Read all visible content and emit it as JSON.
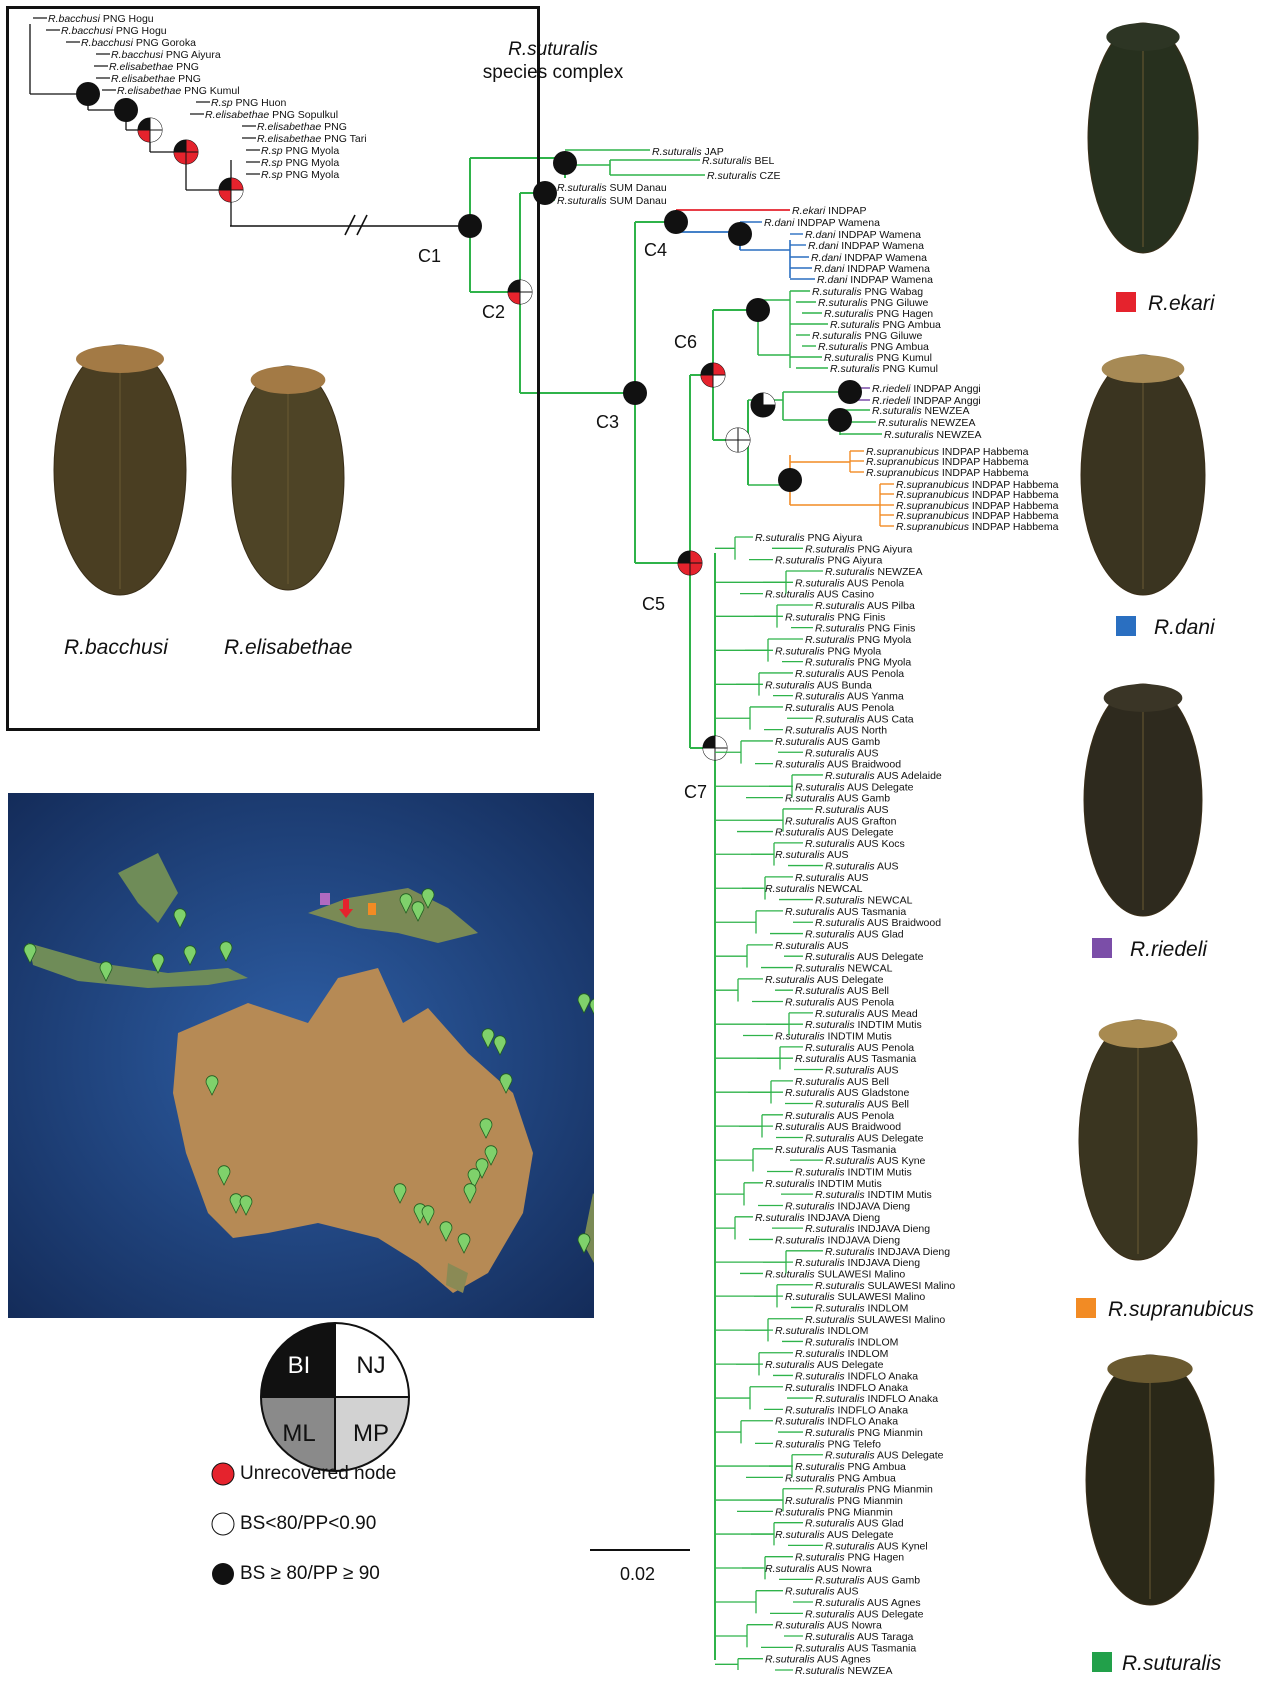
{
  "header": {
    "complex_species": "R.suturalis",
    "complex_suffix": "species complex"
  },
  "inset": {
    "beetles": [
      "R.bacchusi",
      "R.elisabethae"
    ],
    "taxa": [
      "R.bacchusi PNG Hogu",
      "R.bacchusi PNG Hogu",
      "R.bacchusi PNG Goroka",
      "R.bacchusi PNG Aiyura",
      "R.elisabethae PNG",
      "R.elisabethae PNG",
      "R.elisabethae PNG Kumul",
      "R.sp PNG Huon",
      "R.elisabethae PNG Sopulkul",
      "R.elisabethae PNG",
      "R.elisabethae PNG Tari",
      "R.sp PNG Myola",
      "R.sp PNG Myola",
      "R.sp PNG Myola"
    ]
  },
  "clades": [
    "C1",
    "C2",
    "C3",
    "C4",
    "C5",
    "C6",
    "C7"
  ],
  "scale_bar": {
    "label": "0.02"
  },
  "legend": {
    "pie": {
      "bi": "BI",
      "nj": "NJ",
      "ml": "ML",
      "mp": "MP"
    },
    "items": [
      "Unrecovered node",
      "BS<80/PP<0.90",
      "BS ≥ 80/PP ≥ 90"
    ]
  },
  "species_panel": [
    {
      "name": "R.ekari",
      "color": "#e5232d"
    },
    {
      "name": "R.dani",
      "color": "#2a6fc1"
    },
    {
      "name": "R.riedeli",
      "color": "#7b4ea8"
    },
    {
      "name": "R.supranubicus",
      "color": "#f28b24"
    },
    {
      "name": "R.suturalis",
      "color": "#22a04a"
    }
  ],
  "colors": {
    "green": "#2fb34a",
    "red": "#e5232d",
    "blue": "#2a6fc1",
    "purple": "#7b4ea8",
    "orange": "#f28b24"
  },
  "tree": {
    "top": [
      "R.suturalis JAP",
      "R.suturalis BEL",
      "R.suturalis CZE",
      "R.suturalis SUM Danau",
      "R.suturalis SUM Danau"
    ],
    "c4": [
      "R.ekari INDPAP",
      "R.dani INDPAP Wamena",
      "R.dani INDPAP Wamena",
      "R.dani INDPAP Wamena",
      "R.dani INDPAP Wamena",
      "R.dani INDPAP Wamena",
      "R.dani INDPAP Wamena"
    ],
    "c6": [
      "R.suturalis PNG Wabag",
      "R.suturalis PNG Giluwe",
      "R.suturalis PNG Hagen",
      "R.suturalis PNG Ambua",
      "R.suturalis PNG Giluwe",
      "R.suturalis PNG Ambua",
      "R.suturalis PNG Kumul",
      "R.suturalis PNG Kumul",
      "R.riedeli INDPAP Anggi",
      "R.riedeli INDPAP Anggi",
      "R.suturalis NEWZEA",
      "R.suturalis NEWZEA",
      "R.suturalis NEWZEA",
      "R.supranubicus INDPAP Habbema",
      "R.supranubicus INDPAP Habbema",
      "R.supranubicus INDPAP Habbema",
      "R.supranubicus INDPAP Habbema",
      "R.supranubicus INDPAP Habbema",
      "R.supranubicus INDPAP Habbema",
      "R.supranubicus INDPAP Habbema",
      "R.supranubicus INDPAP Habbema"
    ],
    "c7": [
      "R.suturalis PNG Aiyura",
      "R.suturalis PNG Aiyura",
      "R.suturalis PNG Aiyura",
      "R.suturalis NEWZEA",
      "R.suturalis AUS Penola",
      "R.suturalis AUS Casino",
      "R.suturalis AUS Pilba",
      "R.suturalis PNG Finis",
      "R.suturalis PNG Finis",
      "R.suturalis PNG Myola",
      "R.suturalis PNG Myola",
      "R.suturalis PNG Myola",
      "R.suturalis AUS Penola",
      "R.suturalis AUS Bunda",
      "R.suturalis AUS Yanma",
      "R.suturalis AUS Penola",
      "R.suturalis AUS Cata",
      "R.suturalis AUS North",
      "R.suturalis AUS Gamb",
      "R.suturalis AUS",
      "R.suturalis AUS Braidwood",
      "R.suturalis AUS Adelaide",
      "R.suturalis AUS Delegate",
      "R.suturalis AUS Gamb",
      "R.suturalis AUS",
      "R.suturalis AUS Grafton",
      "R.suturalis AUS Delegate",
      "R.suturalis AUS Kocs",
      "R.suturalis AUS",
      "R.suturalis AUS",
      "R.suturalis AUS",
      "R.suturalis NEWCAL",
      "R.suturalis NEWCAL",
      "R.suturalis AUS Tasmania",
      "R.suturalis AUS Braidwood",
      "R.suturalis AUS Glad",
      "R.suturalis AUS",
      "R.suturalis AUS Delegate",
      "R.suturalis NEWCAL",
      "R.suturalis AUS Delegate",
      "R.suturalis AUS Bell",
      "R.suturalis AUS Penola",
      "R.suturalis AUS Mead",
      "R.suturalis INDTIM Mutis",
      "R.suturalis INDTIM Mutis",
      "R.suturalis AUS Penola",
      "R.suturalis AUS Tasmania",
      "R.suturalis AUS",
      "R.suturalis AUS Bell",
      "R.suturalis AUS Gladstone",
      "R.suturalis AUS Bell",
      "R.suturalis AUS Penola",
      "R.suturalis AUS Braidwood",
      "R.suturalis AUS Delegate",
      "R.suturalis AUS Tasmania",
      "R.suturalis AUS Kyne",
      "R.suturalis INDTIM Mutis",
      "R.suturalis INDTIM Mutis",
      "R.suturalis INDTIM Mutis",
      "R.suturalis INDJAVA Dieng",
      "R.suturalis INDJAVA Dieng",
      "R.suturalis INDJAVA Dieng",
      "R.suturalis INDJAVA Dieng",
      "R.suturalis INDJAVA Dieng",
      "R.suturalis INDJAVA Dieng",
      "R.suturalis SULAWESI Malino",
      "R.suturalis SULAWESI Malino",
      "R.suturalis SULAWESI Malino",
      "R.suturalis INDLOM",
      "R.suturalis SULAWESI Malino",
      "R.suturalis INDLOM",
      "R.suturalis INDLOM",
      "R.suturalis INDLOM",
      "R.suturalis AUS Delegate",
      "R.suturalis INDFLO Anaka",
      "R.suturalis INDFLO Anaka",
      "R.suturalis INDFLO Anaka",
      "R.suturalis INDFLO Anaka",
      "R.suturalis INDFLO Anaka",
      "R.suturalis PNG Mianmin",
      "R.suturalis PNG Telefo",
      "R.suturalis AUS Delegate",
      "R.suturalis PNG Ambua",
      "R.suturalis PNG Ambua",
      "R.suturalis PNG Mianmin",
      "R.suturalis PNG Mianmin",
      "R.suturalis PNG Mianmin",
      "R.suturalis AUS Glad",
      "R.suturalis AUS Delegate",
      "R.suturalis AUS Kynel",
      "R.suturalis PNG Hagen",
      "R.suturalis AUS Nowra",
      "R.suturalis AUS Gamb",
      "R.suturalis AUS",
      "R.suturalis AUS Agnes",
      "R.suturalis AUS Delegate",
      "R.suturalis AUS Nowra",
      "R.suturalis AUS Taraga",
      "R.suturalis AUS Tasmania",
      "R.suturalis AUS Agnes",
      "R.suturalis NEWZEA"
    ]
  }
}
